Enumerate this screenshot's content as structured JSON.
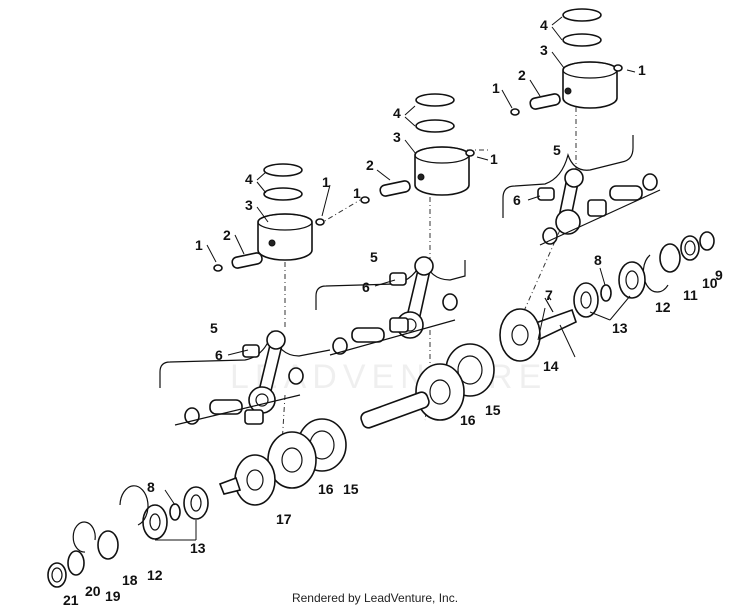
{
  "watermark": "LEADVENTURE",
  "footer": "Rendered by LeadVenture, Inc.",
  "callouts": [
    {
      "id": "c1",
      "text": "1"
    },
    {
      "id": "c2",
      "text": "2"
    },
    {
      "id": "c3",
      "text": "3"
    },
    {
      "id": "c4",
      "text": "4"
    },
    {
      "id": "c1b",
      "text": "1"
    },
    {
      "id": "c5",
      "text": "5"
    },
    {
      "id": "c6",
      "text": "6"
    },
    {
      "id": "c1c",
      "text": "1"
    },
    {
      "id": "c2b",
      "text": "2"
    },
    {
      "id": "c3b",
      "text": "3"
    },
    {
      "id": "c4b",
      "text": "4"
    },
    {
      "id": "c1d",
      "text": "1"
    },
    {
      "id": "c5b",
      "text": "5"
    },
    {
      "id": "c6b",
      "text": "6"
    },
    {
      "id": "c1e",
      "text": "1"
    },
    {
      "id": "c2c",
      "text": "2"
    },
    {
      "id": "c3c",
      "text": "3"
    },
    {
      "id": "c4c",
      "text": "4"
    },
    {
      "id": "c1f",
      "text": "1"
    },
    {
      "id": "c5c",
      "text": "5"
    },
    {
      "id": "c6c",
      "text": "6"
    },
    {
      "id": "c8",
      "text": "8"
    },
    {
      "id": "c9",
      "text": "9"
    },
    {
      "id": "c10",
      "text": "10"
    },
    {
      "id": "c11",
      "text": "11"
    },
    {
      "id": "c12",
      "text": "12"
    },
    {
      "id": "c7",
      "text": "7"
    },
    {
      "id": "c13",
      "text": "13"
    },
    {
      "id": "c14",
      "text": "14"
    },
    {
      "id": "c15",
      "text": "15"
    },
    {
      "id": "c16",
      "text": "16"
    },
    {
      "id": "c15b",
      "text": "15"
    },
    {
      "id": "c16b",
      "text": "16"
    },
    {
      "id": "c17",
      "text": "17"
    },
    {
      "id": "c8b",
      "text": "8"
    },
    {
      "id": "c13b",
      "text": "13"
    },
    {
      "id": "c12b",
      "text": "12"
    },
    {
      "id": "c18",
      "text": "18"
    },
    {
      "id": "c19",
      "text": "19"
    },
    {
      "id": "c20",
      "text": "20"
    },
    {
      "id": "c21",
      "text": "21"
    }
  ]
}
